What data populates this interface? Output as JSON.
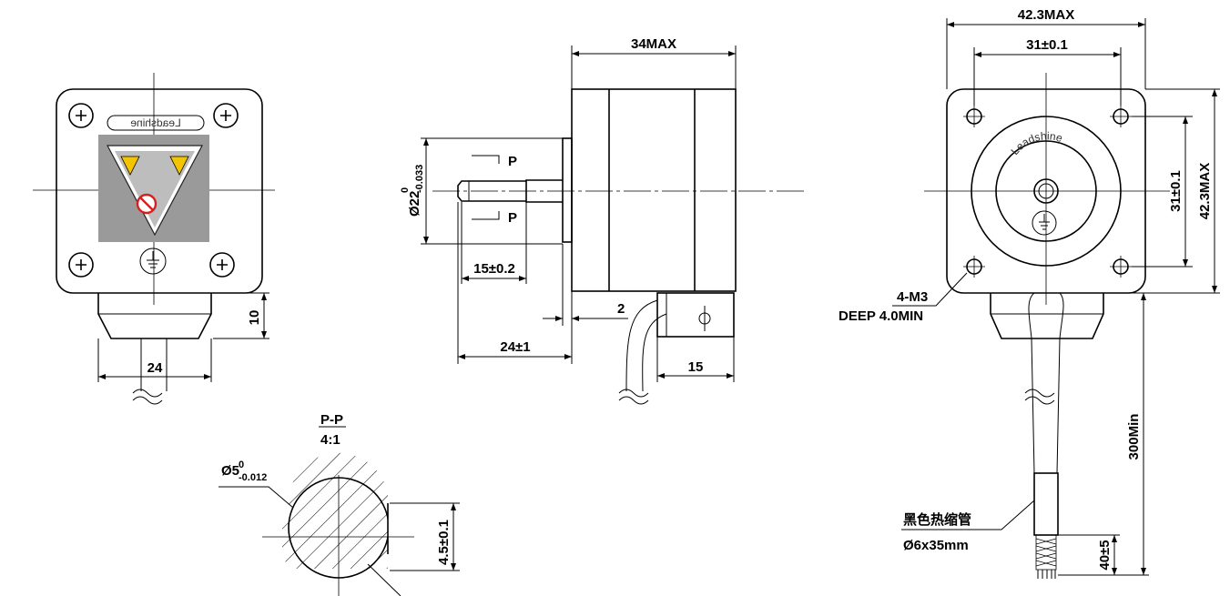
{
  "labels": {
    "width_max": "42.3MAX",
    "hole_pitch_h": "31±0.1",
    "hole_pitch_v": "31±0.1",
    "height_max": "42.3MAX",
    "body_len": "34MAX",
    "flange_dia_main": "Ø22",
    "flange_dia_upper": "0",
    "flange_dia_lower": "-0.033",
    "section_mark_top": "P",
    "section_mark_bottom": "P",
    "shaft_flat_len": "15±0.2",
    "shaft_len": "24±1",
    "flange_thick": "2",
    "connector_len": "15",
    "connector_height": "10",
    "connector_width": "24",
    "section_title": "P-P",
    "section_scale": "4:1",
    "shaft_dia_main": "Ø5",
    "shaft_dia_upper": "0",
    "shaft_dia_lower": "-0.012",
    "flat_dim": "4.5±0.1",
    "thread_top": "4-M3",
    "thread_bottom": "DEEP 4.0MIN",
    "lead_len": "300Min",
    "sleeve_label": "黑色热缩管",
    "sleeve_size": "Ø6x35mm",
    "strip_len": "40±5",
    "brand": "Leadshine"
  },
  "colors": {
    "line": "#000000",
    "label_bg": "#9a9a9a",
    "warn": "#f2c500",
    "prohibit": "#d42020"
  }
}
